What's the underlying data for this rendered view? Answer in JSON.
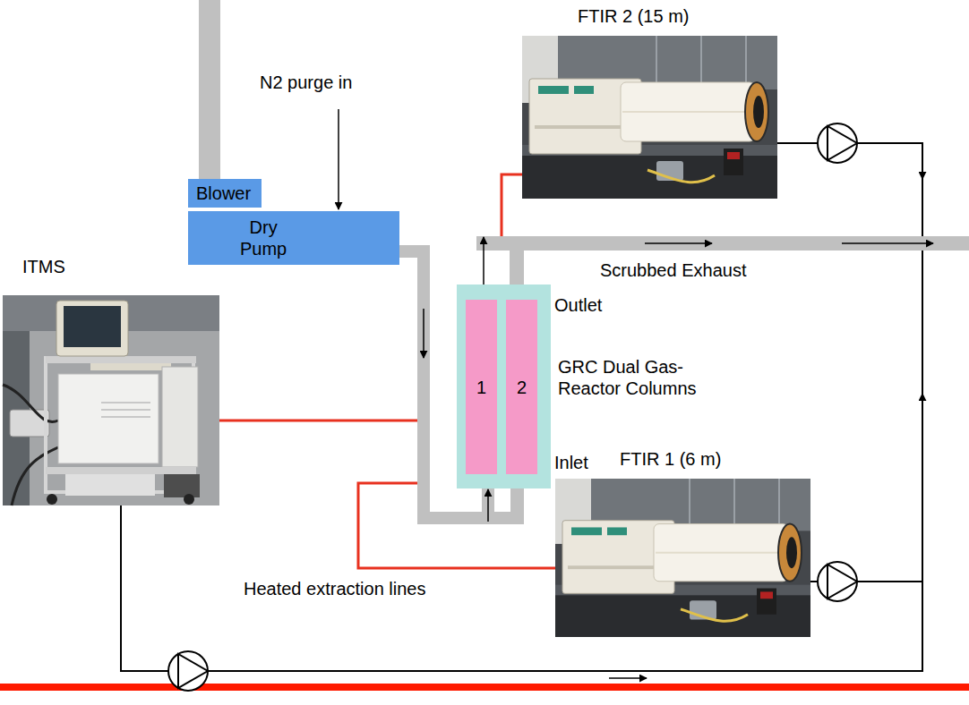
{
  "diagram": {
    "nodes": [
      {
        "text": [
          "FTIR 2 (15 m)"
        ]
      },
      {
        "text": [
          "Blower"
        ]
      },
      {
        "text": [
          "Dry Pump"
        ]
      },
      {
        "text": [
          "ITMS"
        ]
      },
      {
        "text": [
          "GRC Dual Gas- Reactor Columns"
        ]
      },
      {
        "text": [
          "1"
        ],
        "in": 4
      },
      {
        "text": [
          "2"
        ],
        "in": 4
      },
      {
        "text": [
          "FTIR 1 (6 m)"
        ]
      }
    ],
    "edges": [
      {
        "from": 2,
        "to": 4,
        "arrow": "to"
      }
    ],
    "labels": [
      "N2 purge in",
      "Outlet",
      "Inlet",
      "Scrubbed Exhaust",
      "Heated extraction lines"
    ]
  }
}
